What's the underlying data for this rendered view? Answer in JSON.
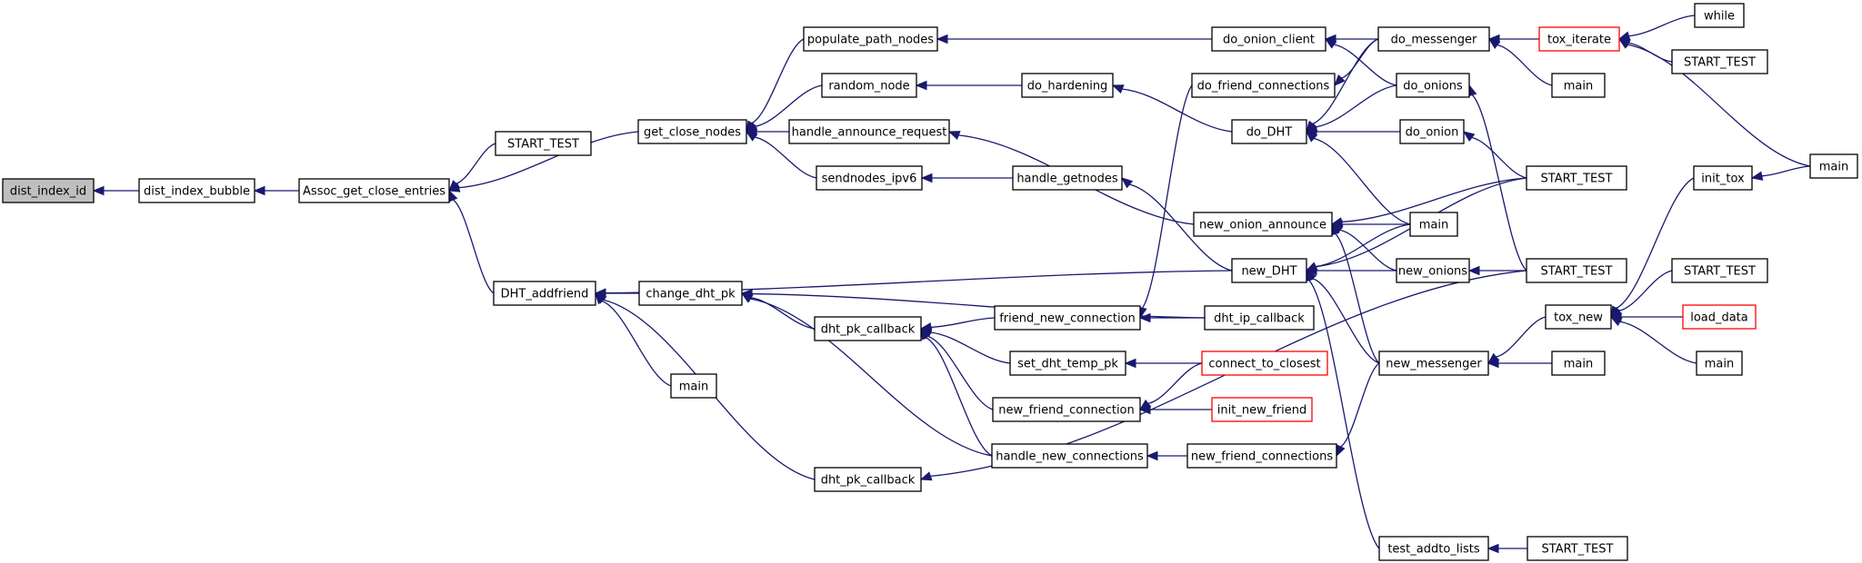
{
  "graph": {
    "nodes": [
      {
        "id": "n0",
        "label": "dist_index_id",
        "root": true
      },
      {
        "id": "n1",
        "label": "dist_index_bubble"
      },
      {
        "id": "n2",
        "label": "Assoc_get_close_entries"
      },
      {
        "id": "n3",
        "label": "START_TEST"
      },
      {
        "id": "n4",
        "label": "get_close_nodes"
      },
      {
        "id": "n5",
        "label": "DHT_addfriend"
      },
      {
        "id": "n6",
        "label": "populate_path_nodes"
      },
      {
        "id": "n7",
        "label": "random_node"
      },
      {
        "id": "n8",
        "label": "handle_announce_request"
      },
      {
        "id": "n9",
        "label": "sendnodes_ipv6"
      },
      {
        "id": "n10",
        "label": "change_dht_pk"
      },
      {
        "id": "n11",
        "label": "main"
      },
      {
        "id": "n12",
        "label": "dht_pk_callback"
      },
      {
        "id": "n13",
        "label": "dht_pk_callback"
      },
      {
        "id": "n14",
        "label": "do_hardening"
      },
      {
        "id": "n15",
        "label": "handle_getnodes"
      },
      {
        "id": "n16",
        "label": "friend_new_connection"
      },
      {
        "id": "n17",
        "label": "set_dht_temp_pk"
      },
      {
        "id": "n18",
        "label": "new_friend_connection"
      },
      {
        "id": "n19",
        "label": "handle_new_connections"
      },
      {
        "id": "n20",
        "label": "do_onion_client"
      },
      {
        "id": "n21",
        "label": "do_friend_connections"
      },
      {
        "id": "n22",
        "label": "do_DHT"
      },
      {
        "id": "n23",
        "label": "new_onion_announce"
      },
      {
        "id": "n24",
        "label": "new_DHT"
      },
      {
        "id": "n25",
        "label": "dht_ip_callback"
      },
      {
        "id": "n26",
        "label": "connect_to_closest",
        "red": true
      },
      {
        "id": "n27",
        "label": "init_new_friend",
        "red": true
      },
      {
        "id": "n28",
        "label": "new_friend_connections"
      },
      {
        "id": "n29",
        "label": "test_addto_lists"
      },
      {
        "id": "n30",
        "label": "do_messenger"
      },
      {
        "id": "n31",
        "label": "do_onions"
      },
      {
        "id": "n32",
        "label": "do_onion"
      },
      {
        "id": "n33",
        "label": "START_TEST"
      },
      {
        "id": "n34",
        "label": "main"
      },
      {
        "id": "n35",
        "label": "new_onions"
      },
      {
        "id": "n36",
        "label": "START_TEST"
      },
      {
        "id": "n37",
        "label": "new_messenger"
      },
      {
        "id": "n38",
        "label": "START_TEST"
      },
      {
        "id": "n39",
        "label": "tox_iterate",
        "red": true
      },
      {
        "id": "n40",
        "label": "main"
      },
      {
        "id": "n41",
        "label": "tox_new"
      },
      {
        "id": "n42",
        "label": "main"
      },
      {
        "id": "n43",
        "label": "while"
      },
      {
        "id": "n44",
        "label": "START_TEST"
      },
      {
        "id": "n45",
        "label": "init_tox"
      },
      {
        "id": "n46",
        "label": "START_TEST"
      },
      {
        "id": "n47",
        "label": "load_data",
        "red": true
      },
      {
        "id": "n48",
        "label": "main"
      },
      {
        "id": "n49",
        "label": "main"
      }
    ],
    "edges": [
      [
        "n0",
        "n1"
      ],
      [
        "n1",
        "n2"
      ],
      [
        "n2",
        "n3"
      ],
      [
        "n2",
        "n4"
      ],
      [
        "n2",
        "n5"
      ],
      [
        "n4",
        "n6"
      ],
      [
        "n4",
        "n7"
      ],
      [
        "n4",
        "n8"
      ],
      [
        "n4",
        "n9"
      ],
      [
        "n5",
        "n10"
      ],
      [
        "n5",
        "n11"
      ],
      [
        "n5",
        "n13"
      ],
      [
        "n5",
        "n24"
      ],
      [
        "n6",
        "n20"
      ],
      [
        "n7",
        "n14"
      ],
      [
        "n8",
        "n23"
      ],
      [
        "n9",
        "n15"
      ],
      [
        "n10",
        "n12"
      ],
      [
        "n10",
        "n25"
      ],
      [
        "n10",
        "n19"
      ],
      [
        "n12",
        "n16"
      ],
      [
        "n12",
        "n17"
      ],
      [
        "n12",
        "n18"
      ],
      [
        "n12",
        "n19"
      ],
      [
        "n13",
        "n36"
      ],
      [
        "n14",
        "n22"
      ],
      [
        "n15",
        "n24"
      ],
      [
        "n16",
        "n25"
      ],
      [
        "n16",
        "n21"
      ],
      [
        "n17",
        "n26"
      ],
      [
        "n18",
        "n26"
      ],
      [
        "n18",
        "n27"
      ],
      [
        "n19",
        "n28"
      ],
      [
        "n20",
        "n30"
      ],
      [
        "n20",
        "n31"
      ],
      [
        "n21",
        "n30"
      ],
      [
        "n22",
        "n30"
      ],
      [
        "n22",
        "n31"
      ],
      [
        "n22",
        "n32"
      ],
      [
        "n22",
        "n34"
      ],
      [
        "n23",
        "n33"
      ],
      [
        "n23",
        "n34"
      ],
      [
        "n23",
        "n35"
      ],
      [
        "n23",
        "n37"
      ],
      [
        "n24",
        "n34"
      ],
      [
        "n24",
        "n35"
      ],
      [
        "n24",
        "n37"
      ],
      [
        "n24",
        "n29"
      ],
      [
        "n24",
        "n33"
      ],
      [
        "n28",
        "n37"
      ],
      [
        "n29",
        "n38"
      ],
      [
        "n30",
        "n39"
      ],
      [
        "n30",
        "n40"
      ],
      [
        "n31",
        "n36"
      ],
      [
        "n32",
        "n33"
      ],
      [
        "n35",
        "n36"
      ],
      [
        "n37",
        "n41"
      ],
      [
        "n37",
        "n42"
      ],
      [
        "n39",
        "n43"
      ],
      [
        "n39",
        "n44"
      ],
      [
        "n39",
        "n49"
      ],
      [
        "n41",
        "n45"
      ],
      [
        "n41",
        "n46"
      ],
      [
        "n41",
        "n47"
      ],
      [
        "n41",
        "n48"
      ],
      [
        "n45",
        "n49"
      ]
    ]
  }
}
